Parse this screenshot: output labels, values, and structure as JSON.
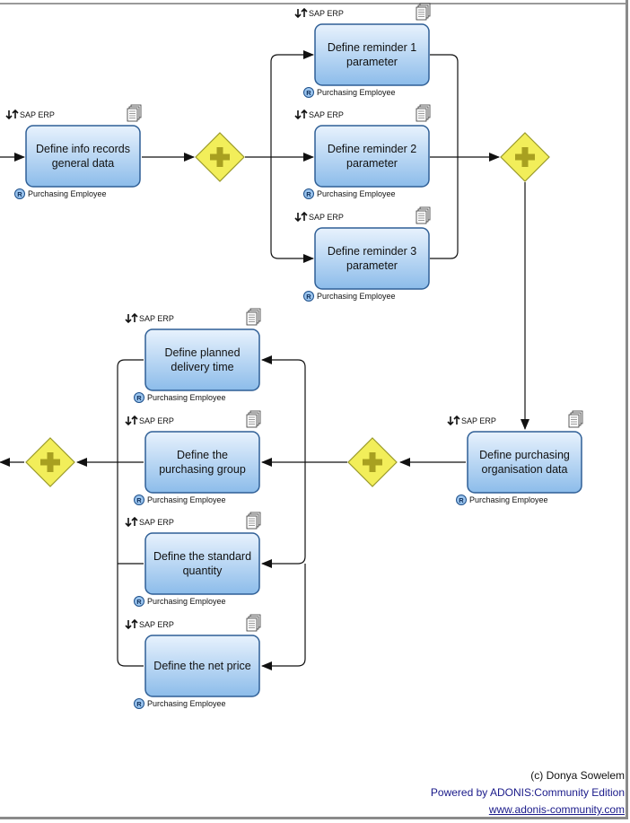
{
  "tasks": [
    {
      "id": "t-info",
      "lines": [
        "Define info records",
        "general data"
      ],
      "system": "SAP ERP",
      "role": "Purchasing Employee"
    },
    {
      "id": "t-rem1",
      "lines": [
        "Define reminder 1",
        "parameter"
      ],
      "system": "SAP ERP",
      "role": "Purchasing Employee"
    },
    {
      "id": "t-rem2",
      "lines": [
        "Define reminder 2",
        "parameter"
      ],
      "system": "SAP ERP",
      "role": "Purchasing Employee"
    },
    {
      "id": "t-rem3",
      "lines": [
        "Define reminder 3",
        "parameter"
      ],
      "system": "SAP ERP",
      "role": "Purchasing Employee"
    },
    {
      "id": "t-porg",
      "lines": [
        "Define purchasing",
        "organisation data"
      ],
      "system": "SAP ERP",
      "role": "Purchasing Employee"
    },
    {
      "id": "t-delivery",
      "lines": [
        "Define planned",
        "delivery time"
      ],
      "system": "SAP ERP",
      "role": "Purchasing Employee"
    },
    {
      "id": "t-pgroup",
      "lines": [
        "Define the",
        "purchasing group"
      ],
      "system": "SAP ERP",
      "role": "Purchasing Employee"
    },
    {
      "id": "t-qty",
      "lines": [
        "Define the standard",
        "quantity"
      ],
      "system": "SAP ERP",
      "role": "Purchasing Employee"
    },
    {
      "id": "t-price",
      "lines": [
        "Define the net price"
      ],
      "system": "SAP ERP",
      "role": "Purchasing Employee"
    }
  ],
  "role_marker": "R",
  "footer": {
    "copyright": "(c) Donya Sowelem",
    "powered": "Powered by ADONIS:Community Edition",
    "site": "www.adonis-community.com"
  },
  "colors": {
    "task_fill_top": "#e8f2fd",
    "task_fill_bottom": "#8cbcea",
    "task_border": "#2f5f96",
    "gateway_fill": "#f2ee5a",
    "gateway_border": "#9a9a2a",
    "gateway_plus": "#a8a020"
  },
  "icons": {
    "system": "up-down-arrows-icon",
    "document": "document-stack-icon",
    "role": "role-circle-icon",
    "gateway": "parallel-gateway-plus-icon"
  }
}
